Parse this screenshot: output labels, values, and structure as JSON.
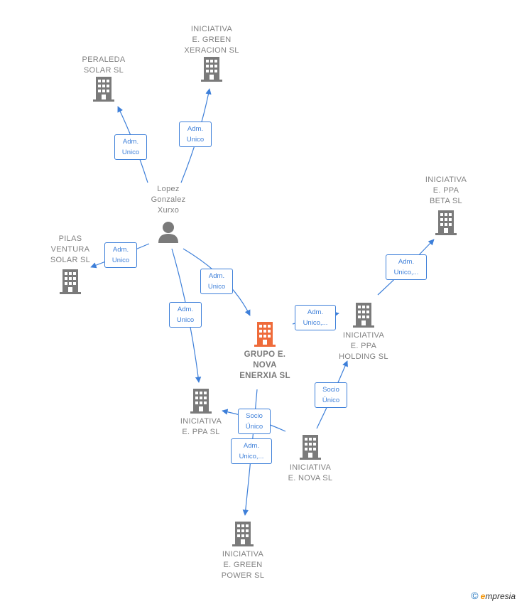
{
  "colors": {
    "edge": "#3d7fd9",
    "node": "#7a7a7a",
    "main_node": "#ef6b3a"
  },
  "nodes": {
    "iniciativa_e_green_xeracion": {
      "label": "INICIATIVA\nE. GREEN\nXERACION  SL",
      "icon": "building-icon"
    },
    "peraleda_solar": {
      "label": "PERALEDA\nSOLAR  SL",
      "icon": "building-icon"
    },
    "lopez_gonzalez_xurxo": {
      "label": "Lopez\nGonzalez\nXurxo",
      "icon": "person-icon"
    },
    "pilas_ventura_solar": {
      "label": "PILAS\nVENTURA\nSOLAR  SL",
      "icon": "building-icon"
    },
    "iniciativa_e_ppa_beta": {
      "label": "INICIATIVA\nE. PPA\nBETA  SL",
      "icon": "building-icon"
    },
    "iniciativa_e_ppa_holding": {
      "label": "INICIATIVA\nE. PPA\nHOLDING  SL",
      "icon": "building-icon"
    },
    "grupo_e_nova_enerxia": {
      "label": "GRUPO E.\nNOVA\nENERXIA  SL",
      "icon": "building-icon"
    },
    "iniciativa_e_ppa": {
      "label": "INICIATIVA\nE. PPA  SL",
      "icon": "building-icon"
    },
    "iniciativa_e_nova": {
      "label": "INICIATIVA\nE.  NOVA  SL",
      "icon": "building-icon"
    },
    "iniciativa_e_green_power": {
      "label": "INICIATIVA\nE. GREEN\nPOWER  SL",
      "icon": "building-icon"
    }
  },
  "edges": {
    "xurxo_peraleda": "Adm.\nUnico",
    "xurxo_green_xeracion": "Adm.\nUnico",
    "xurxo_pilas": "Adm.\nUnico",
    "xurxo_grupo": "Adm.\nUnico",
    "xurxo_ppa": "Adm.\nUnico",
    "holding_beta": "Adm.\nUnico,...",
    "grupo_holding": "Adm.\nUnico,...",
    "nova_holding": "Socio\nÚnico",
    "nova_ppa": "Socio\nÚnico",
    "grupo_green_power": "Adm.\nUnico,..."
  },
  "footer": {
    "copyright_symbol": "©",
    "brand_initial": "e",
    "brand_rest": "mpresia"
  }
}
